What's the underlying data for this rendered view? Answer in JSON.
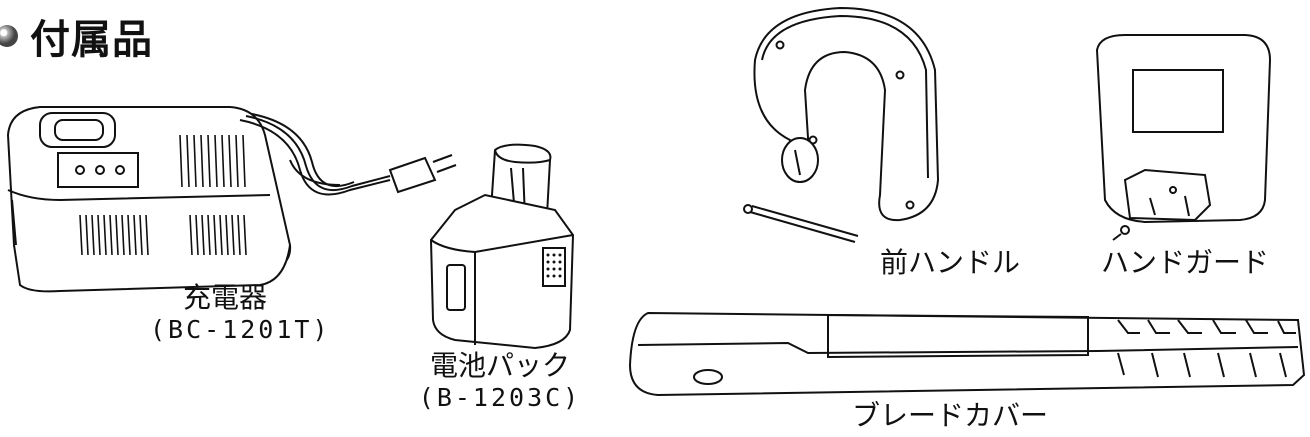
{
  "section": {
    "bullet_icon": "filled-circle-bullet-icon",
    "title": "付属品"
  },
  "items": {
    "charger": {
      "name": "充電器",
      "model": "(BC-1201T)"
    },
    "battery": {
      "name": "電池パック",
      "model": "(B-1203C)"
    },
    "front_handle": {
      "name": "前ハンドル"
    },
    "hand_guard": {
      "name": "ハンドガード"
    },
    "blade_cover": {
      "name": "ブレードカバー"
    }
  }
}
